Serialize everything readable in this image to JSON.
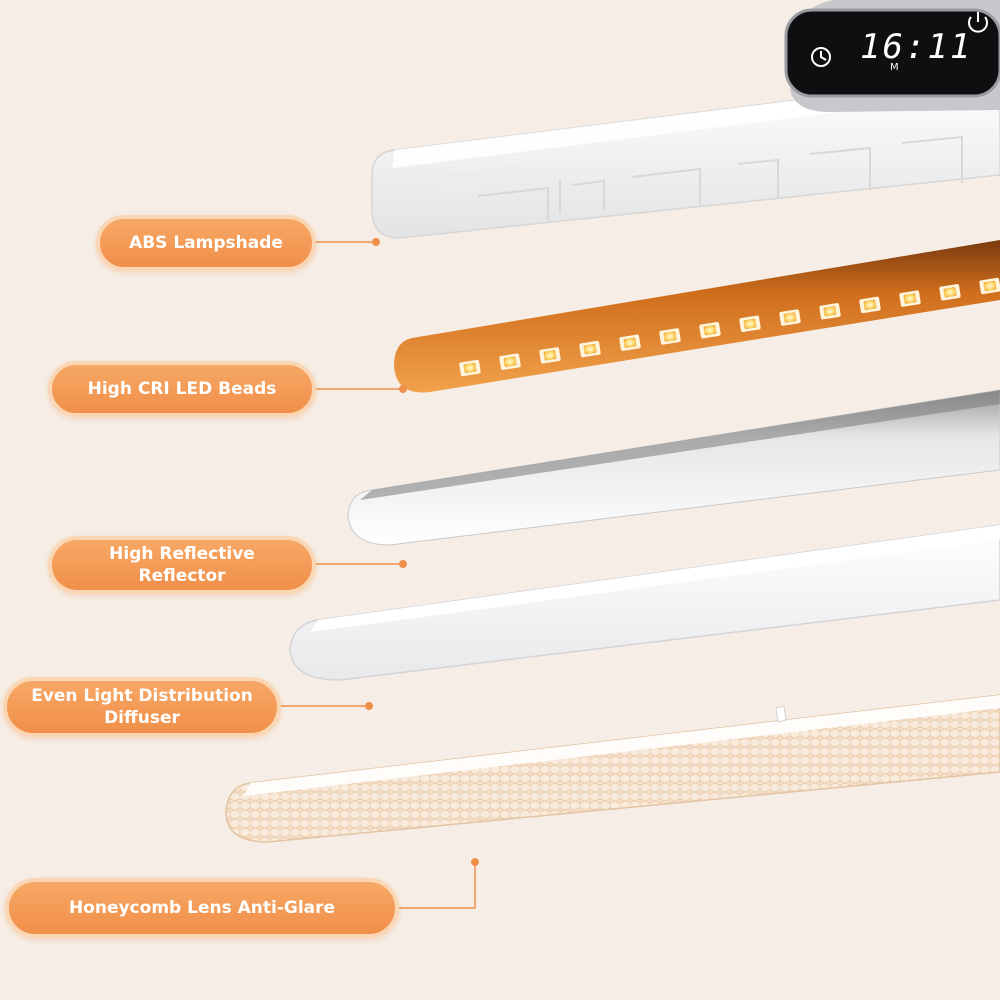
{
  "labels": {
    "abs_lampshade": "ABS Lampshade",
    "led_beads": "High CRI LED Beads",
    "reflector": [
      "High Reflective",
      "Reflector"
    ],
    "diffuser": [
      "Even Light Distribution",
      "Diffuser"
    ],
    "honeycomb_lens": "Honeycomb Lens Anti-Glare"
  },
  "display": {
    "time": "16:11",
    "mode": "M"
  },
  "colors": {
    "accent_orange": "#f08f49",
    "pill_border": "#fbd6b4",
    "background": "#f6eee6",
    "led_glow": "#ffcf5a"
  },
  "icons": {
    "clock": "clock-icon",
    "power": "power-icon"
  }
}
